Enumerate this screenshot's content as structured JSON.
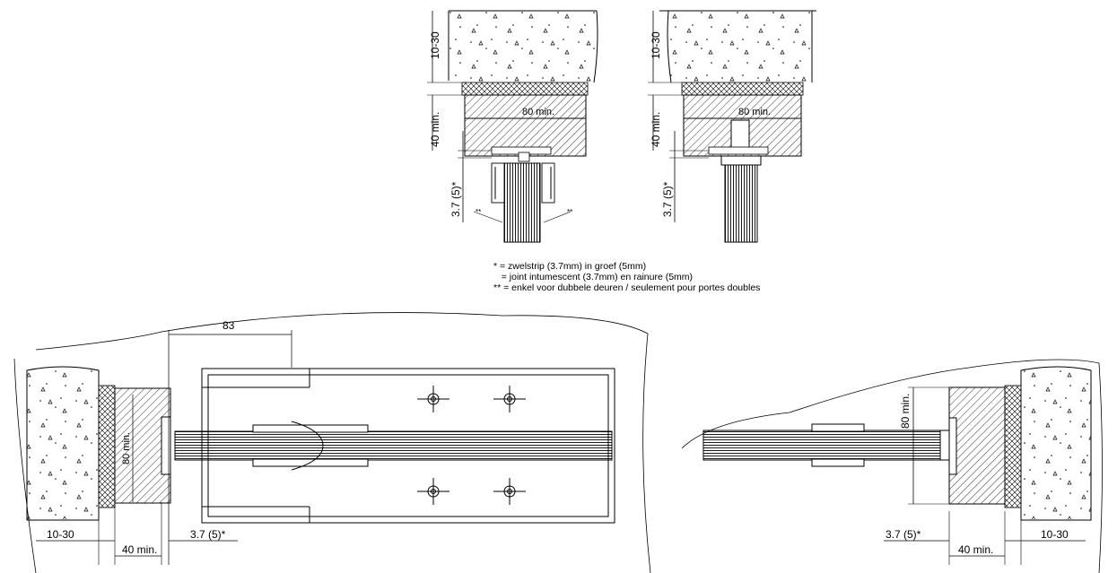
{
  "dimensions": {
    "top_left_10_30": "10-30",
    "top_left_40": "40 min.",
    "top_left_37": "3.7 (5)*",
    "top_left_80": "80 min.",
    "top_left_star_l": "**",
    "top_left_star_r": "**",
    "top_right_10_30": "10-30",
    "top_right_40": "40 min.",
    "top_right_37": "3.7 (5)*",
    "top_right_80": "80 min.",
    "bottom_83": "83",
    "bottom_left_10_30": "10-30",
    "bottom_left_40": "40 min.",
    "bottom_left_37": "3.7 (5)*",
    "bottom_left_80": "80 min.",
    "bottom_right_80": "80 min.",
    "bottom_right_37": "3.7 (5)*",
    "bottom_right_40": "40 min.",
    "bottom_right_10_30": "10-30"
  },
  "notes": {
    "line1": "* = zwelstrip (3.7mm) in groef (5mm)",
    "line2": "   = joint intumescent (3.7mm) en rainure (5mm)",
    "line3": "** = enkel voor dubbele deuren / seulement pour portes doubles"
  }
}
